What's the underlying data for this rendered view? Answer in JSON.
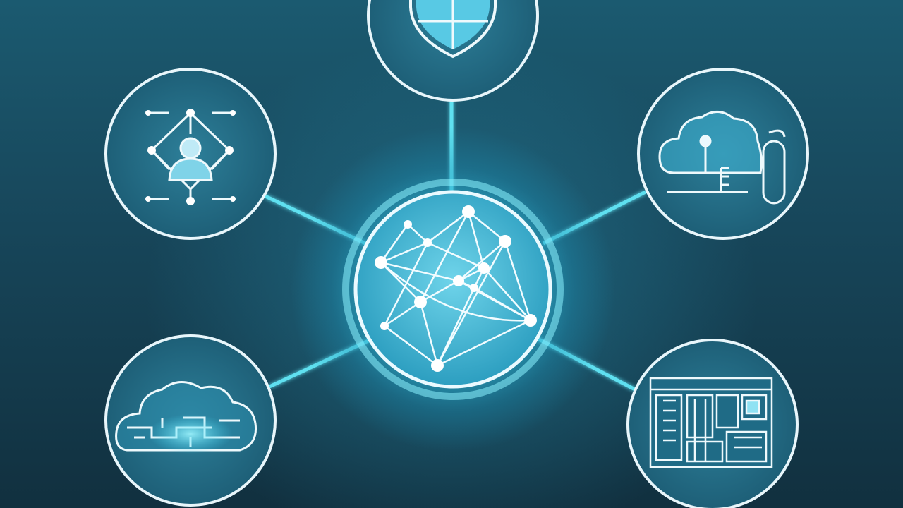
{
  "diagram": {
    "hub": {
      "icon": "network-graph-icon"
    },
    "nodes": [
      {
        "id": "top",
        "icon": "shield-icon"
      },
      {
        "id": "upper-left",
        "icon": "user-network-icon"
      },
      {
        "id": "upper-right",
        "icon": "cloud-key-icon"
      },
      {
        "id": "lower-left",
        "icon": "cloud-circuit-icon"
      },
      {
        "id": "lower-right",
        "icon": "circuit-board-icon"
      }
    ],
    "colors": {
      "background_top": "#1b5a70",
      "background_bottom": "#11303f",
      "connector": "#5fe0f0",
      "glow": "#6ff0ff",
      "outline": "#e8f6fb"
    }
  }
}
